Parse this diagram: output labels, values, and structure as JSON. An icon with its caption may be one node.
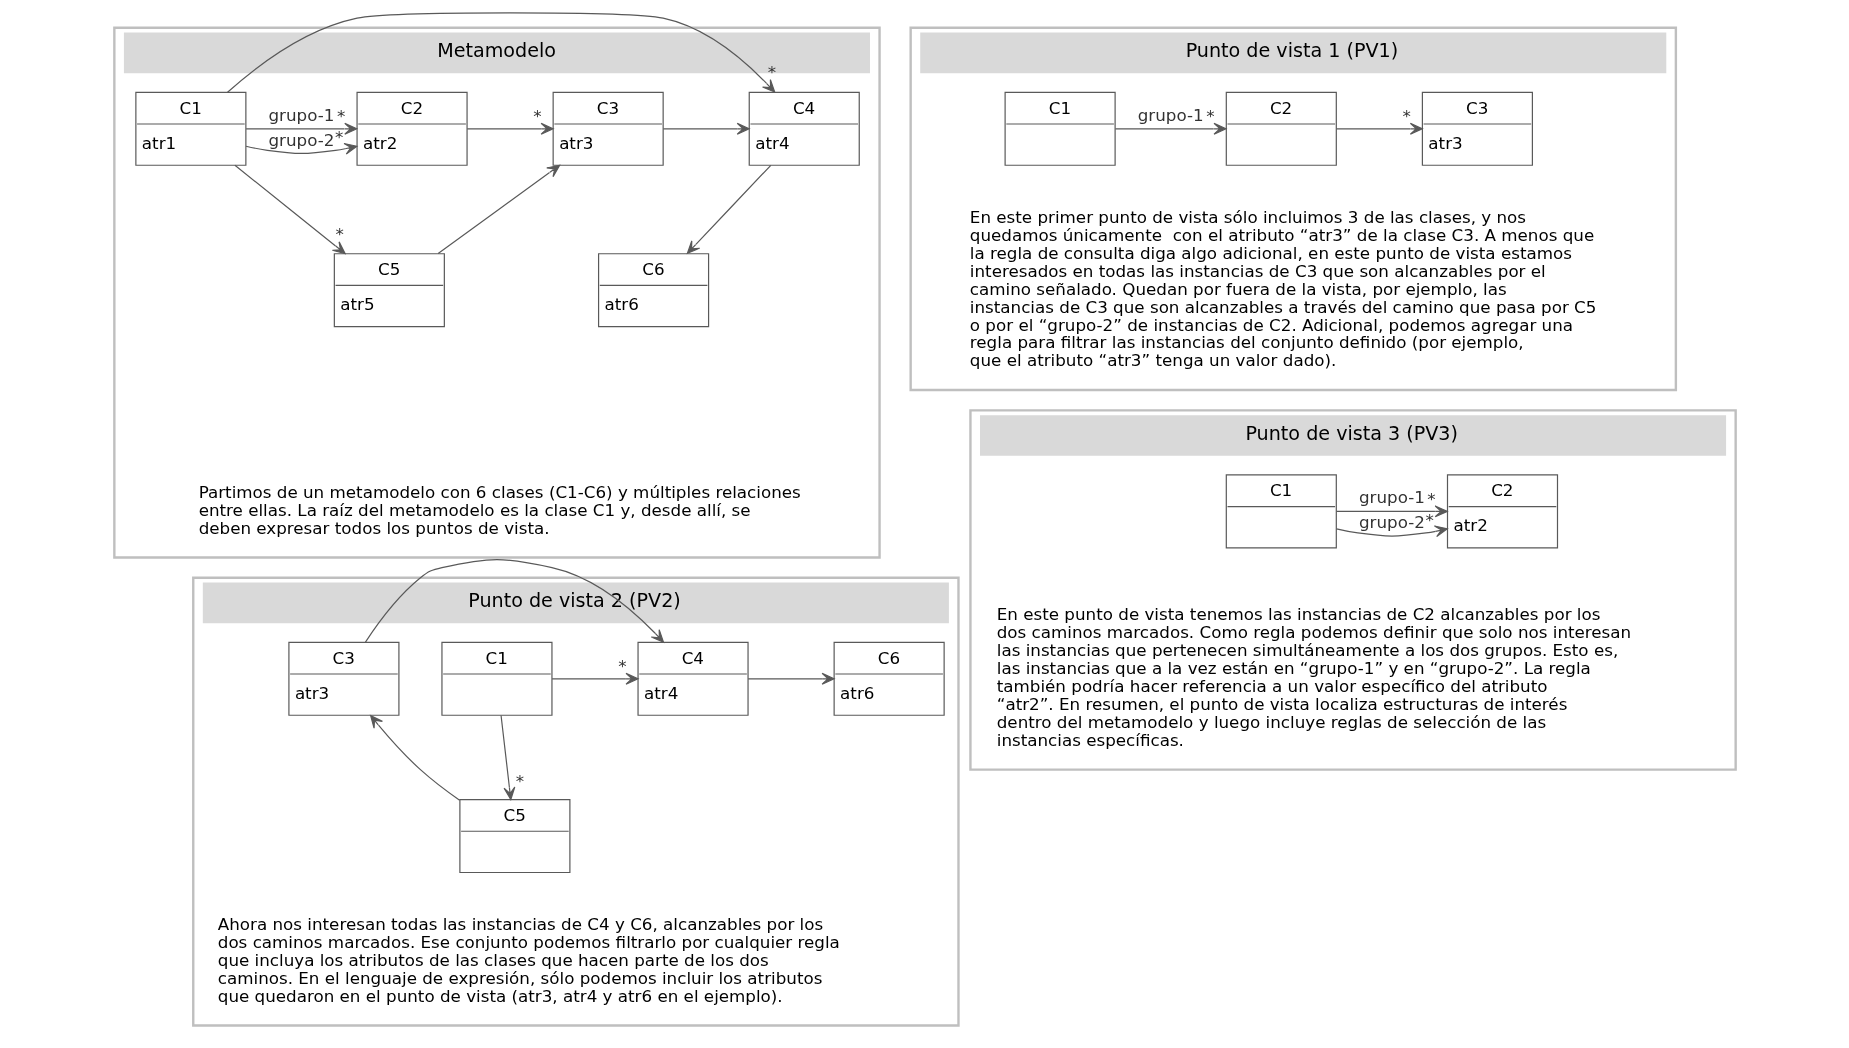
{
  "diagram": {
    "nodes": [
      {
        "text": [
          "Metamodelo",
          "Partimos de un metamodelo con 6 clases (C1-C6) y múltiples relaciones entre ellas. La raíz del metamodelo es la clase C1 y, desde allí, se deben expresar todos los puntos de vista."
        ]
      },
      {
        "text": [
          "C1",
          "atr1"
        ],
        "in": 0
      },
      {
        "text": [
          "C2",
          "atr2"
        ],
        "in": 0
      },
      {
        "text": [
          "C3",
          "atr3"
        ],
        "in": 0
      },
      {
        "text": [
          "C4",
          "atr4"
        ],
        "in": 0
      },
      {
        "text": [
          "C5",
          "atr5"
        ],
        "in": 0
      },
      {
        "text": [
          "C6",
          "atr6"
        ],
        "in": 0
      },
      {
        "text": [
          "Punto de vista 1 (PV1)",
          "En este primer punto de vista sólo incluimos 3 de las clases, y nos quedamos únicamente  con el atributo “atr3” de la clase C3. A menos que la regla de consulta diga algo adicional, en este punto de vista estamos interesados en todas las instancias de C3 que son alcanzables por el camino señalado. Quedan por fuera de la vista, por ejemplo, las instancias de C3 que son alcanzables a través del camino que pasa por C5 o por el “grupo-2” de instancias de C2. Adicional, podemos agregar una regla para filtrar las instancias del conjunto definido (por ejemplo, que el atributo “atr3” tenga un valor dado)."
        ]
      },
      {
        "text": [
          "C1"
        ],
        "in": 7
      },
      {
        "text": [
          "C2"
        ],
        "in": 7
      },
      {
        "text": [
          "C3",
          "atr3"
        ],
        "in": 7
      },
      {
        "text": [
          "Punto de vista 2 (PV2)",
          "Ahora nos interesan todas las instancias de C4 y C6, alcanzables por los dos caminos marcados. Ese conjunto podemos filtrarlo por cualquier regla que incluya los atributos de las clases que hacen parte de los dos caminos. En el lenguaje de expresión, sólo podemos incluir los atributos que quedaron en el punto de vista (atr3, atr4 y atr6 en el ejemplo)."
        ]
      },
      {
        "text": [
          "C1"
        ],
        "in": 11
      },
      {
        "text": [
          "C3",
          "atr3"
        ],
        "in": 11
      },
      {
        "text": [
          "C4",
          "atr4"
        ],
        "in": 11
      },
      {
        "text": [
          "C6",
          "atr6"
        ],
        "in": 11
      },
      {
        "text": [
          "C5"
        ],
        "in": 11
      },
      {
        "text": [
          "Punto de vista 3 (PV3)",
          "En este punto de vista tenemos las instancias de C2 alcanzables por los dos caminos marcados. Como regla podemos definir que solo nos interesan las instancias que pertenecen simultáneamente a los dos grupos. Esto es, las instancias que a la vez están en “grupo-1” y en “grupo-2”. La regla también podría hacer referencia a un valor específico del atributo “atr2”. En resumen, el punto de vista localiza estructuras de interés dentro del metamodelo y luego incluye reglas de selección de las instancias específicas."
        ]
      },
      {
        "text": [
          "C1"
        ],
        "in": 17
      },
      {
        "text": [
          "C2",
          "atr2"
        ],
        "in": 17
      }
    ],
    "edges": [
      {
        "from": 1,
        "to": 2,
        "arrow": "to",
        "label": "grupo-1"
      },
      {
        "from": 1,
        "to": 2,
        "arrow": "to",
        "label": "grupo-2"
      },
      {
        "from": 1,
        "to": 4,
        "arrow": "to"
      },
      {
        "from": 1,
        "to": 5,
        "arrow": "to"
      },
      {
        "from": 2,
        "to": 3,
        "arrow": "to"
      },
      {
        "from": 3,
        "to": 4,
        "arrow": "to"
      },
      {
        "from": 4,
        "to": 6,
        "arrow": "to"
      },
      {
        "from": 5,
        "to": 3,
        "arrow": "to"
      },
      {
        "from": 8,
        "to": 9,
        "arrow": "to",
        "label": "grupo-1"
      },
      {
        "from": 9,
        "to": 10,
        "arrow": "to"
      },
      {
        "from": 12,
        "to": 14,
        "arrow": "to"
      },
      {
        "from": 12,
        "to": 16,
        "arrow": "to"
      },
      {
        "from": 13,
        "to": 14,
        "arrow": "to"
      },
      {
        "from": 14,
        "to": 15,
        "arrow": "to"
      },
      {
        "from": 16,
        "to": 13,
        "arrow": "to"
      },
      {
        "from": 18,
        "to": 19,
        "arrow": "to",
        "label": "grupo-1"
      },
      {
        "from": 18,
        "to": 19,
        "arrow": "to",
        "label": "grupo-2"
      }
    ],
    "labels": [
      "*",
      "*",
      "*",
      "*",
      "*",
      "*",
      "*",
      "*",
      "*",
      "*",
      "*"
    ]
  }
}
